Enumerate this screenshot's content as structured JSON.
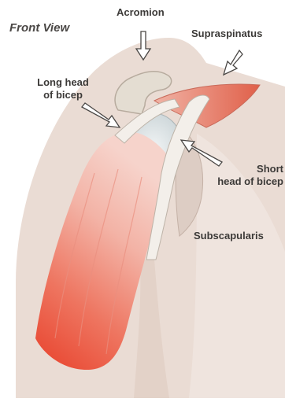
{
  "title": "Front View",
  "labels": {
    "acromion": "Acromion",
    "supraspinatus": "Supraspinatus",
    "long_head_line1": "Long head",
    "long_head_line2": "of bicep",
    "short_head_line1": "Short",
    "short_head_line2": "head of bicep",
    "subscapularis": "Subscapularis"
  },
  "colors": {
    "skin": "#eadcd4",
    "skin_dark": "#d9c4b8",
    "bone": "#e4ddd2",
    "tendon": "#f3efea",
    "muscle": "#e8452f",
    "muscle_light": "#f0a99a",
    "label": "#3c3a38"
  }
}
